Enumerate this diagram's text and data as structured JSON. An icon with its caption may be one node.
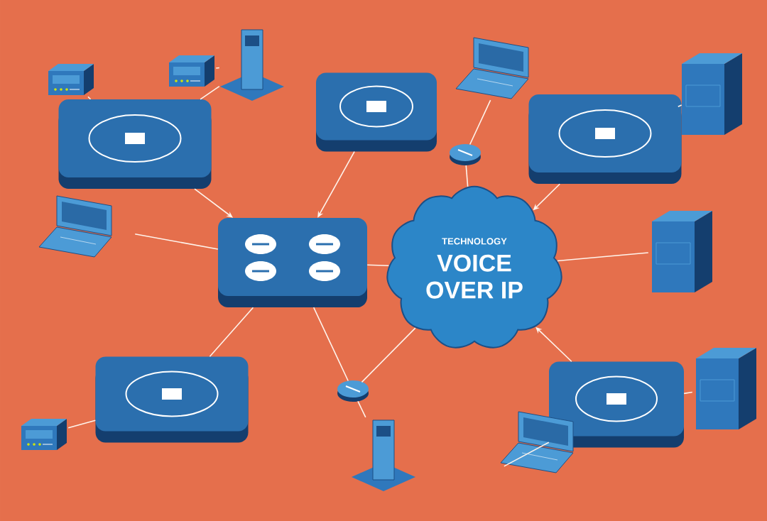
{
  "diagram": {
    "nodes": [
      {
        "text": [
          "TECHNOLOGY",
          "VOICE OVER IP"
        ]
      },
      {
        "text": [],
        "shape": "box"
      },
      {
        "text": [],
        "shape": "box"
      },
      {
        "text": [],
        "shape": "box"
      },
      {
        "text": [],
        "shape": "box"
      },
      {
        "text": [],
        "shape": "box"
      },
      {
        "text": [],
        "shape": "box"
      },
      {
        "text": [],
        "shape": "picture"
      },
      {
        "text": [],
        "shape": "picture"
      },
      {
        "text": [],
        "shape": "picture"
      },
      {
        "text": [],
        "shape": "picture"
      },
      {
        "text": [],
        "shape": "picture"
      },
      {
        "text": [],
        "shape": "picture"
      },
      {
        "text": [],
        "shape": "picture"
      },
      {
        "text": [],
        "shape": "picture"
      },
      {
        "text": [],
        "shape": "circle"
      },
      {
        "text": [],
        "shape": "circle"
      },
      {
        "text": [],
        "shape": "picture"
      },
      {
        "text": [],
        "shape": "picture"
      },
      {
        "text": [],
        "shape": "picture"
      }
    ],
    "edges": [
      {
        "from": 1,
        "to": 0,
        "arrow": "none"
      },
      {
        "from": 2,
        "to": 1,
        "arrow": "to"
      },
      {
        "from": 3,
        "to": 1,
        "arrow": "to"
      },
      {
        "from": 4,
        "to": 0,
        "arrow": "to"
      },
      {
        "from": 5,
        "to": 1,
        "arrow": "none"
      },
      {
        "from": 6,
        "to": 0,
        "arrow": "to"
      },
      {
        "from": 7,
        "to": 1,
        "arrow": "none"
      },
      {
        "from": 8,
        "to": 15,
        "arrow": "none"
      },
      {
        "from": 15,
        "to": 0,
        "arrow": "none"
      },
      {
        "from": 16,
        "to": 1,
        "arrow": "none"
      },
      {
        "from": 16,
        "to": 0,
        "arrow": "none"
      },
      {
        "from": 13,
        "to": 2,
        "arrow": "none"
      },
      {
        "from": 14,
        "to": 16,
        "arrow": "none"
      },
      {
        "from": 10,
        "to": 0,
        "arrow": "none"
      },
      {
        "from": 9,
        "to": 6,
        "arrow": "none"
      },
      {
        "from": 11,
        "to": 4,
        "arrow": "none"
      },
      {
        "from": 12,
        "to": 6,
        "arrow": "none"
      },
      {
        "from": 18,
        "to": 5,
        "arrow": "none"
      },
      {
        "from": 19,
        "to": 2,
        "arrow": "none"
      },
      {
        "from": 17,
        "to": 13,
        "arrow": "none"
      }
    ]
  }
}
